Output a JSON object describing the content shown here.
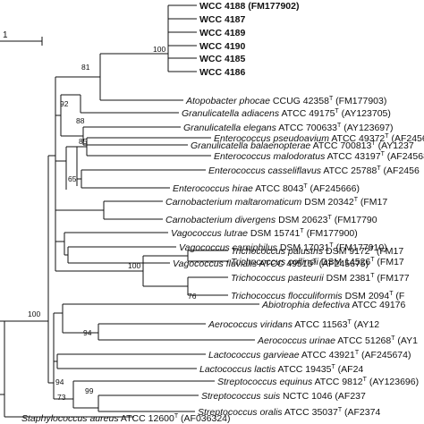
{
  "scale_bar": {
    "label": "1"
  },
  "taxa": [
    {
      "id": "wcc4188",
      "bold": true,
      "genus": "",
      "text": "WCC 4188 (FM177902)"
    },
    {
      "id": "wcc4187",
      "bold": true,
      "genus": "",
      "text": "WCC 4187"
    },
    {
      "id": "wcc4189",
      "bold": true,
      "genus": "",
      "text": "WCC 4189"
    },
    {
      "id": "wcc4190",
      "bold": true,
      "genus": "",
      "text": "WCC 4190"
    },
    {
      "id": "wcc4185",
      "bold": true,
      "genus": "",
      "text": "WCC 4185"
    },
    {
      "id": "wcc4186",
      "bold": true,
      "genus": "",
      "text": "WCC 4186"
    },
    {
      "id": "atopobacter",
      "bold": false,
      "genus": "Atopobacter phocae",
      "text": " CCUG 42358",
      "sup": "T",
      "acc": " (FM177903)"
    },
    {
      "id": "gran-adiacens",
      "bold": false,
      "genus": "Granulicatella adiacens",
      "text": " ATCC 49175",
      "sup": "T",
      "acc": " (AY123705)"
    },
    {
      "id": "gran-elegans",
      "bold": false,
      "genus": "Granulicatella elegans",
      "text": " ATCC 700633",
      "sup": "T",
      "acc": " (AY123697)"
    },
    {
      "id": "gran-balaen",
      "bold": false,
      "genus": "Granulicatella balaenopterae",
      "text": " ATCC 700813",
      "sup": "T",
      "acc": " (AY1237"
    },
    {
      "id": "ent-pseudoavium",
      "bold": false,
      "genus": "Enterococcus pseudoavium",
      "text": " ATCC 49372",
      "sup": "T",
      "acc": " (AF2456"
    },
    {
      "id": "ent-malodoratus",
      "bold": false,
      "genus": "Enterococcus malodoratus",
      "text": " ATCC 43197",
      "sup": "T",
      "acc": " (AF245680"
    },
    {
      "id": "ent-cass",
      "bold": false,
      "genus": "Enterococcus casseliflavus",
      "text": " ATCC 25788",
      "sup": "T",
      "acc": " (AF2456"
    },
    {
      "id": "ent-hirae",
      "bold": false,
      "genus": "Enterococcus hirae",
      "text": " ATCC 8043",
      "sup": "T",
      "acc": " (AF245666)"
    },
    {
      "id": "carno-malt",
      "bold": false,
      "genus": "Carnobacterium maltaromaticum",
      "text": " DSM 20342",
      "sup": "T",
      "acc": " (FM17"
    },
    {
      "id": "carno-div",
      "bold": false,
      "genus": "Carnobacterium divergens",
      "text": " DSM 20623",
      "sup": "T",
      "acc": " (FM17790"
    },
    {
      "id": "vago-lutrae",
      "bold": false,
      "genus": "Vagococcus lutrae",
      "text": " DSM 15741",
      "sup": "T",
      "acc": " (FM177900)"
    },
    {
      "id": "vago-carni",
      "bold": false,
      "genus": "Vagococcus carniphilus",
      "text": " DSM 17031",
      "sup": "T",
      "acc": " (FM177910)"
    },
    {
      "id": "vago-fluv",
      "bold": false,
      "genus": "Vagococcus fluvialis",
      "text": " ATCC 49515",
      "sup": "T",
      "acc": " (AF245675)"
    },
    {
      "id": "tricho-pal",
      "bold": false,
      "genus": "Trichococcus palustris",
      "text": " DSM 9172",
      "sup": "T",
      "acc": " (FM17"
    },
    {
      "id": "tricho-col",
      "bold": false,
      "genus": "Trichococcus collinsii",
      "text": " DSM 14526",
      "sup": "T",
      "acc": " (FM17"
    },
    {
      "id": "tricho-past",
      "bold": false,
      "genus": "Trichococcus pasteurii",
      "text": " DSM 2381",
      "sup": "T",
      "acc": " (FM177"
    },
    {
      "id": "tricho-floc",
      "bold": false,
      "genus": "Trichococcus flocculiformis",
      "text": " DSM 2094",
      "sup": "T",
      "acc": " (F"
    },
    {
      "id": "abio",
      "bold": false,
      "genus": "Abiotrophia defectiva",
      "text": " ATCC 49176",
      "sup": "",
      "acc": ""
    },
    {
      "id": "aero-vir",
      "bold": false,
      "genus": "Aerococcus viridans",
      "text": " ATCC 11563",
      "sup": "T",
      "acc": " (AY12"
    },
    {
      "id": "aero-uri",
      "bold": false,
      "genus": "Aerococcus urinae",
      "text": " ATCC 51268",
      "sup": "T",
      "acc": " (AY1"
    },
    {
      "id": "lacto-garv",
      "bold": false,
      "genus": "Lactococcus garvieae",
      "text": " ATCC 43921",
      "sup": "T",
      "acc": " (AF245674)"
    },
    {
      "id": "lacto-lact",
      "bold": false,
      "genus": "Lactococcus lactis",
      "text": " ATCC 19435",
      "sup": "T",
      "acc": " (AF24"
    },
    {
      "id": "strep-equi",
      "bold": false,
      "genus": "Streptococcus equinus",
      "text": " ATCC 9812",
      "sup": "T",
      "acc": " (AY123696)"
    },
    {
      "id": "strep-suis",
      "bold": false,
      "genus": "Streptococcus suis",
      "text": " NCTC 1046",
      "sup": "",
      "acc": " (AF237"
    },
    {
      "id": "strep-oralis",
      "bold": false,
      "genus": "Streptococcus oralis",
      "text": " ATCC 35037",
      "sup": "T",
      "acc": " (AF2374"
    },
    {
      "id": "staph",
      "bold": false,
      "genus": "Staphylococcus aureus",
      "text": " ATCC 12600",
      "sup": "T",
      "acc": " (AF036324)"
    }
  ],
  "bootstrap": [
    {
      "id": "bs-wcc",
      "value": "100"
    },
    {
      "id": "bs-atop",
      "value": "81"
    },
    {
      "id": "bs-gran",
      "value": "92"
    },
    {
      "id": "bs-gran2",
      "value": "88"
    },
    {
      "id": "bs-ent-pm",
      "value": "85"
    },
    {
      "id": "bs-ent-ch",
      "value": "65"
    },
    {
      "id": "bs-tricho",
      "value": "100"
    },
    {
      "id": "bs-tricho2",
      "value": "76"
    },
    {
      "id": "bs-root",
      "value": "100"
    },
    {
      "id": "bs-aero",
      "value": "94"
    },
    {
      "id": "bs-strep1",
      "value": "94"
    },
    {
      "id": "bs-strep2",
      "value": "73"
    },
    {
      "id": "bs-strep3",
      "value": "99"
    }
  ]
}
